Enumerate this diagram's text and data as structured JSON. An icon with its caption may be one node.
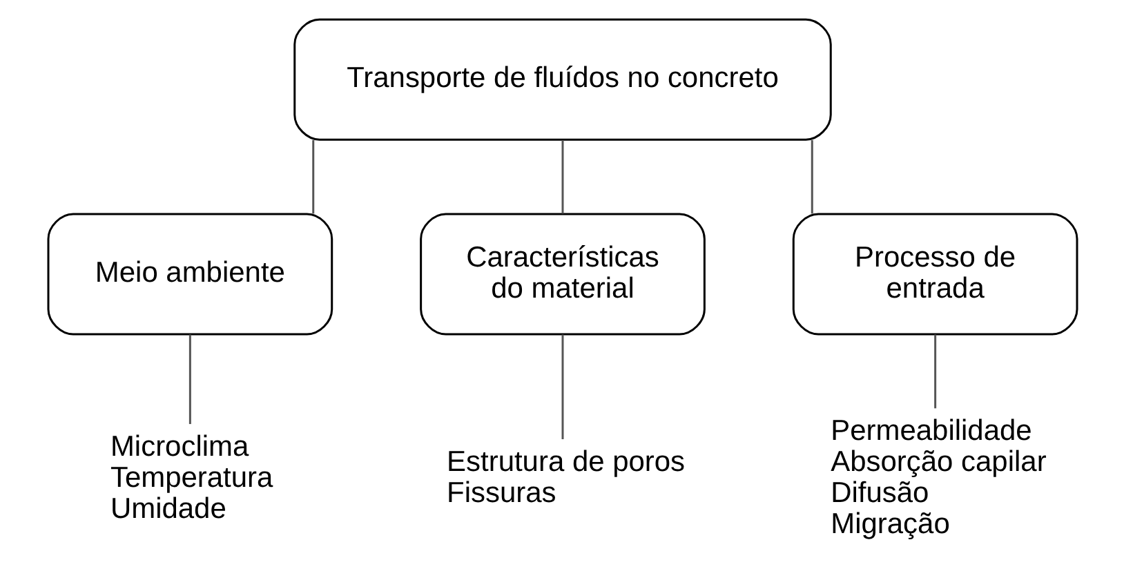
{
  "diagram": {
    "nodes": [
      {
        "text": [
          "Transporte de fluídos no concreto"
        ]
      },
      {
        "text": [
          "Meio ambiente"
        ]
      },
      {
        "text": [
          "Características do material"
        ]
      },
      {
        "text": [
          "Processo de entrada"
        ]
      },
      {
        "text": [
          "Microclima",
          "Temperatura",
          "Umidade"
        ]
      },
      {
        "text": [
          "Estrutura de poros",
          "Fissuras"
        ]
      },
      {
        "text": [
          "Permeabilidade",
          "Absorção capilar",
          "Difusão",
          "Migração"
        ]
      }
    ],
    "edges": [
      {
        "from": 0,
        "to": 1,
        "arrow": "none"
      },
      {
        "from": 0,
        "to": 2,
        "arrow": "none"
      },
      {
        "from": 0,
        "to": 3,
        "arrow": "none"
      },
      {
        "from": 1,
        "to": 4,
        "arrow": "none"
      },
      {
        "from": 2,
        "to": 5,
        "arrow": "none"
      },
      {
        "from": 3,
        "to": 6,
        "arrow": "none"
      }
    ]
  }
}
